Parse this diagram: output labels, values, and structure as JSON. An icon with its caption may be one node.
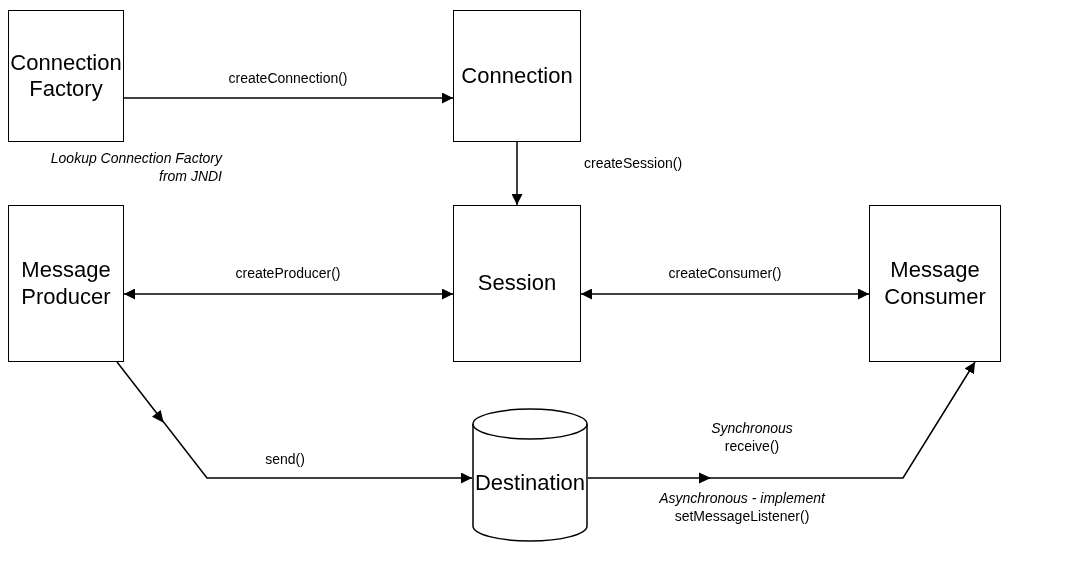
{
  "diagram": {
    "nodes": [
      {
        "text": [
          "Connection Factory"
        ],
        "beside": [
          "Lookup Connection Factory from JNDI"
        ]
      },
      {
        "text": [
          "Connection"
        ]
      },
      {
        "text": [
          "Message Producer"
        ]
      },
      {
        "text": [
          "Session"
        ]
      },
      {
        "text": [
          "Message Consumer"
        ]
      },
      {
        "text": [
          "Destination"
        ]
      }
    ],
    "edges": [
      {
        "from": 0,
        "to": 1,
        "arrow": "to",
        "label": "createConnection()"
      },
      {
        "from": 1,
        "to": 3,
        "arrow": "to",
        "label": "createSession()"
      },
      {
        "from": 2,
        "to": 3,
        "arrow": "both",
        "label": "createProducer()"
      },
      {
        "from": 3,
        "to": 4,
        "arrow": "both",
        "label": "createConsumer()"
      },
      {
        "from": 2,
        "to": 5,
        "arrow": "to",
        "label": "send()"
      },
      {
        "from": 5,
        "to": 4,
        "arrow": "to",
        "label": "*Synchronous* receive()"
      }
    ],
    "labels": [
      "*Asynchronous - implement* setMessageListener()"
    ]
  }
}
